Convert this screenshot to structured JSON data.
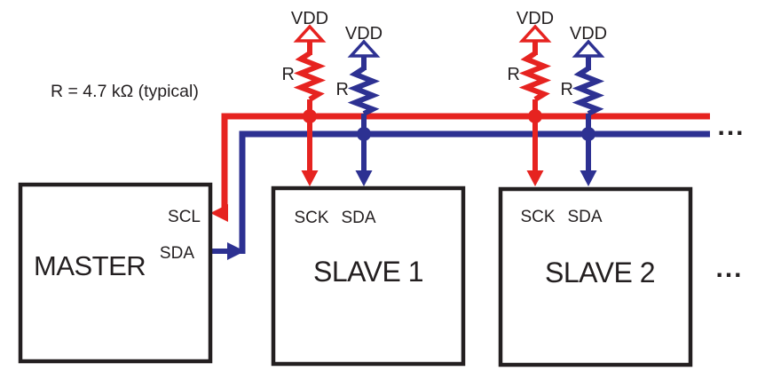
{
  "note": "R = 4.7 kΩ (typical)",
  "colors": {
    "scl": "#e62320",
    "sda": "#2d3192",
    "ink": "#231f20"
  },
  "pullups": [
    {
      "vdd": "VDD",
      "r": "R"
    },
    {
      "vdd": "VDD",
      "r": "R"
    },
    {
      "vdd": "VDD",
      "r": "R"
    },
    {
      "vdd": "VDD",
      "r": "R"
    }
  ],
  "master": {
    "label": "MASTER",
    "pins": [
      "SCL",
      "SDA"
    ]
  },
  "slaves": [
    {
      "label": "SLAVE 1",
      "pins": [
        "SCK",
        "SDA"
      ]
    },
    {
      "label": "SLAVE 2",
      "pins": [
        "SCK",
        "SDA"
      ]
    }
  ],
  "ellipses": [
    "...",
    "..."
  ]
}
